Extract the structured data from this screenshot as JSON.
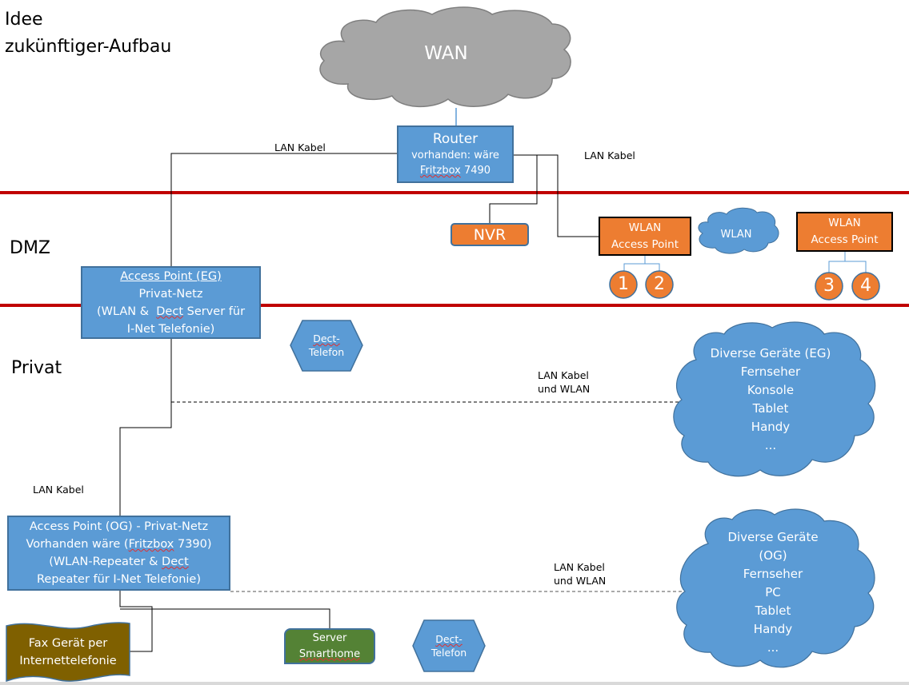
{
  "title": {
    "line1": "Idee",
    "line2": "zukünftiger-Aufbau"
  },
  "zones": {
    "dmz": "DMZ",
    "privat": "Privat"
  },
  "colors": {
    "zone_border": "#c00000",
    "node_blue": "#5b9bd5",
    "node_orange": "#ed7d31",
    "wan_cloud": "#a6a6a6",
    "fax": "#7f6000",
    "server": "#548235"
  },
  "wan": {
    "label": "WAN"
  },
  "router": {
    "title": "Router",
    "line2": "vorhanden: wäre",
    "line3_a": "Fritzbox",
    "line3_b": " 7490"
  },
  "cables": {
    "router_left": "LAN Kabel",
    "router_right": "LAN Kabel",
    "eg_devices": {
      "line1": "LAN Kabel",
      "line2": "und WLAN"
    },
    "og_link": "LAN Kabel",
    "og_devices": {
      "line1": "LAN Kabel",
      "line2": "und WLAN"
    }
  },
  "nvr": {
    "label": "NVR"
  },
  "wlan_ap_1": {
    "line1": "WLAN",
    "line2": "Access Point",
    "clients": [
      "1",
      "2"
    ]
  },
  "wlan_cloud": {
    "label": "WLAN"
  },
  "wlan_ap_2": {
    "line1": "WLAN",
    "line2": "Access Point",
    "clients": [
      "3",
      "4"
    ]
  },
  "ap_eg": {
    "line1": "Access Point (EG)",
    "line2": "Privat-Netz",
    "line3_a": "(WLAN &  ",
    "line3_b": "Dect",
    "line3_c": " Server für",
    "line4": "I-Net Telefonie)"
  },
  "dect_eg": {
    "line1": "Dect-",
    "line2": "Telefon"
  },
  "devices_eg": {
    "lines": [
      "Diverse Geräte (EG)",
      "Fernseher",
      "Konsole",
      "Tablet",
      "Handy",
      "..."
    ]
  },
  "ap_og": {
    "line1": "Access Point (OG) - Privat-Netz",
    "line2_a": "Vorhanden wäre (",
    "line2_b": "Fritzbox",
    "line2_c": " 7390)",
    "line3_a": "(WLAN-Repeater & ",
    "line3_b": "Dect",
    "line4": "Repeater für I-Net Telefonie)"
  },
  "devices_og": {
    "lines": [
      "Diverse Geräte",
      "(OG)",
      "Fernseher",
      "PC",
      "Tablet",
      "Handy",
      "..."
    ]
  },
  "fax": {
    "line1": "Fax Gerät per",
    "line2": "Internettelefonie"
  },
  "server": {
    "line1": "Server",
    "line2": "Smarthome"
  },
  "dect_og": {
    "line1": "Dect-",
    "line2": "Telefon"
  }
}
